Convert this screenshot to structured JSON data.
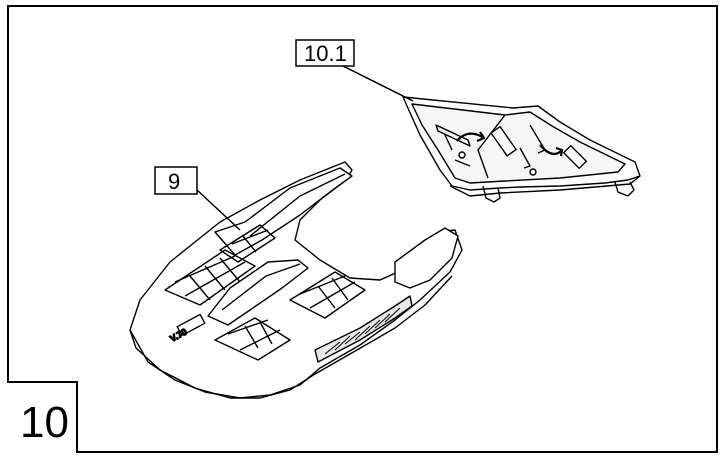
{
  "sheet": {
    "number": "10"
  },
  "callouts": [
    {
      "id": "cover",
      "label": "9"
    },
    {
      "id": "lid",
      "label": "10.1"
    }
  ]
}
